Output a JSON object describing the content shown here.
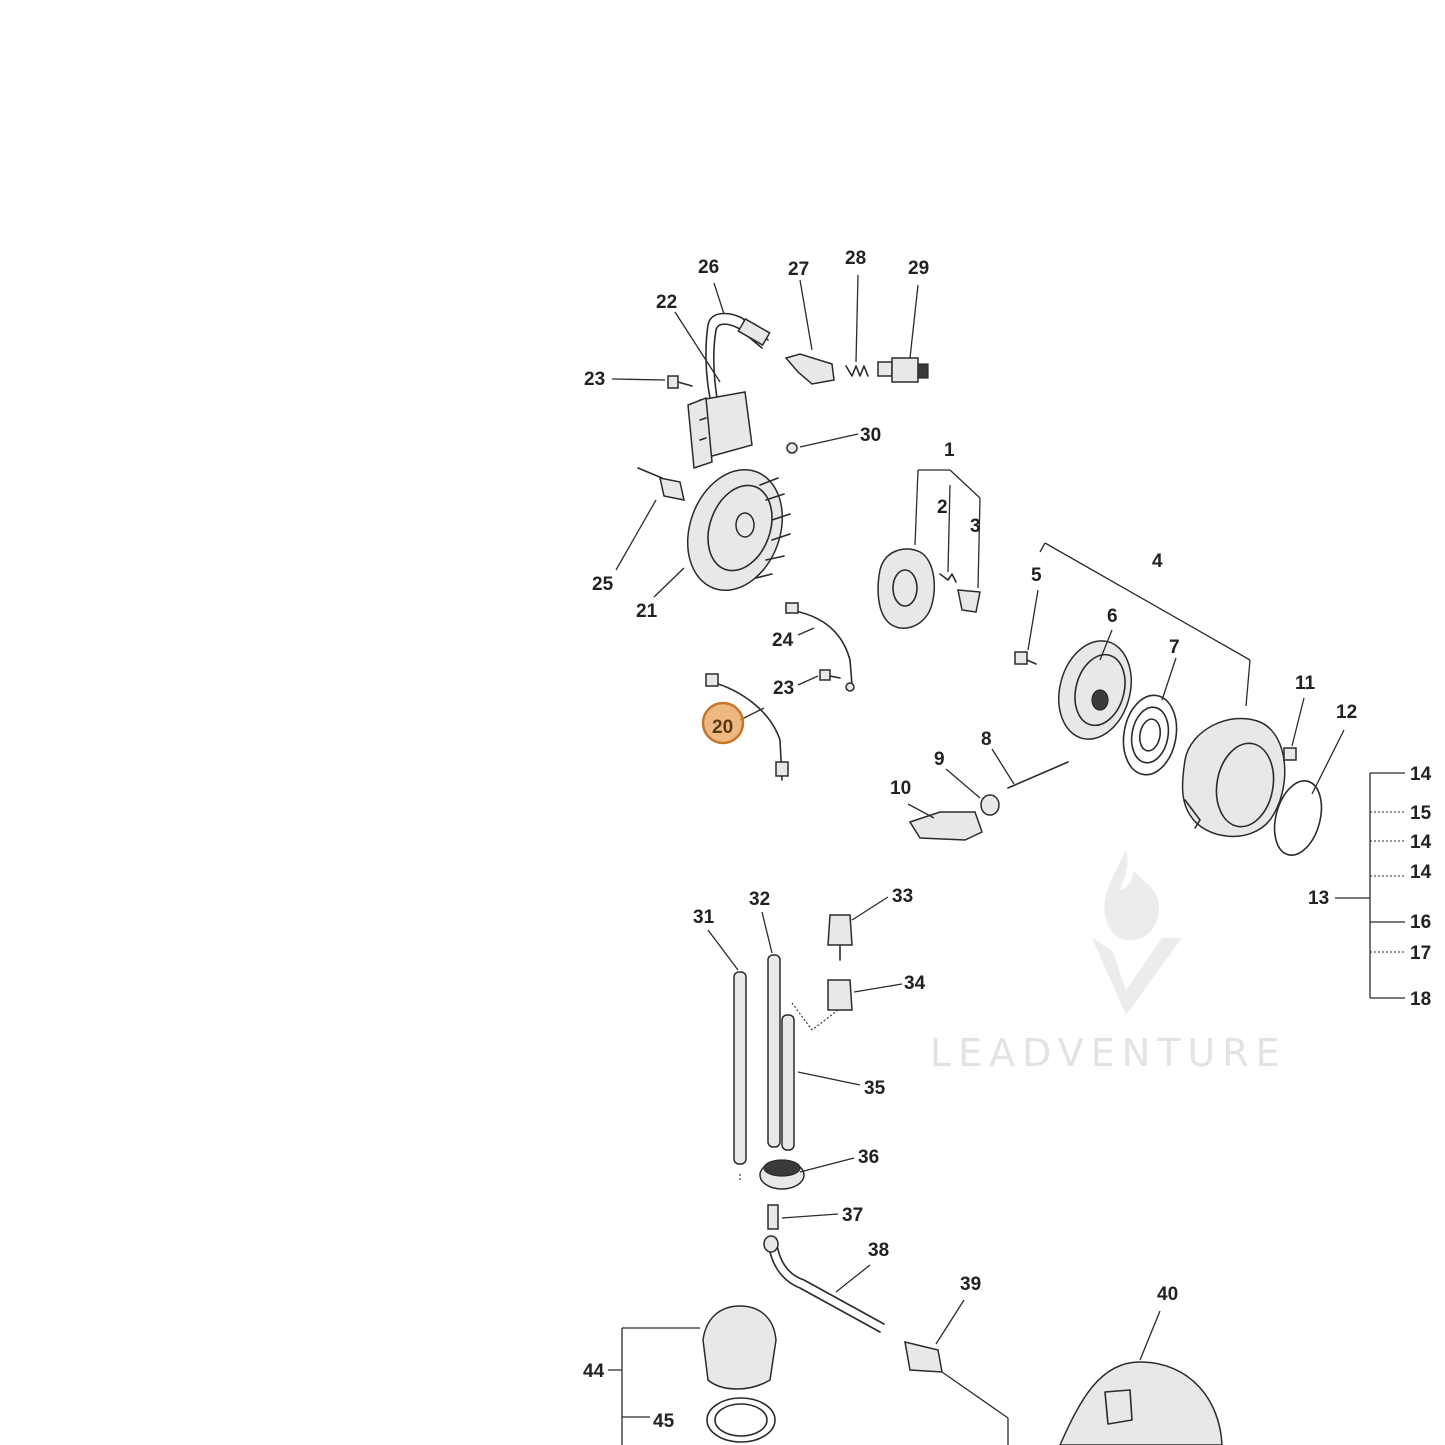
{
  "watermark": {
    "text": "LEADVENTURE"
  },
  "highlight": {
    "color": "#e8a05a",
    "border_color": "#c8772a",
    "label": "20"
  },
  "callouts": {
    "c1": "1",
    "c2": "2",
    "c3": "3",
    "c4": "4",
    "c5": "5",
    "c6": "6",
    "c7": "7",
    "c8": "8",
    "c9": "9",
    "c10": "10",
    "c11": "11",
    "c12": "12",
    "c13": "13",
    "c14a": "14",
    "c15": "15",
    "c14b": "14",
    "c14c": "14",
    "c16": "16",
    "c17": "17",
    "c18": "18",
    "c21": "21",
    "c22": "22",
    "c23a": "23",
    "c23b": "23",
    "c24": "24",
    "c25": "25",
    "c26": "26",
    "c27": "27",
    "c28": "28",
    "c29": "29",
    "c30": "30",
    "c31": "31",
    "c32": "32",
    "c33": "33",
    "c34": "34",
    "c35": "35",
    "c36": "36",
    "c37": "37",
    "c38": "38",
    "c39": "39",
    "c40": "40",
    "c44": "44",
    "c45": "45"
  },
  "icons": {
    "ignition_coil": "ignition-coil-icon",
    "flywheel": "flywheel-icon",
    "clutch": "clutch-icon",
    "recoil_starter": "recoil-starter-icon",
    "fuel_tank": "fuel-tank-icon"
  }
}
